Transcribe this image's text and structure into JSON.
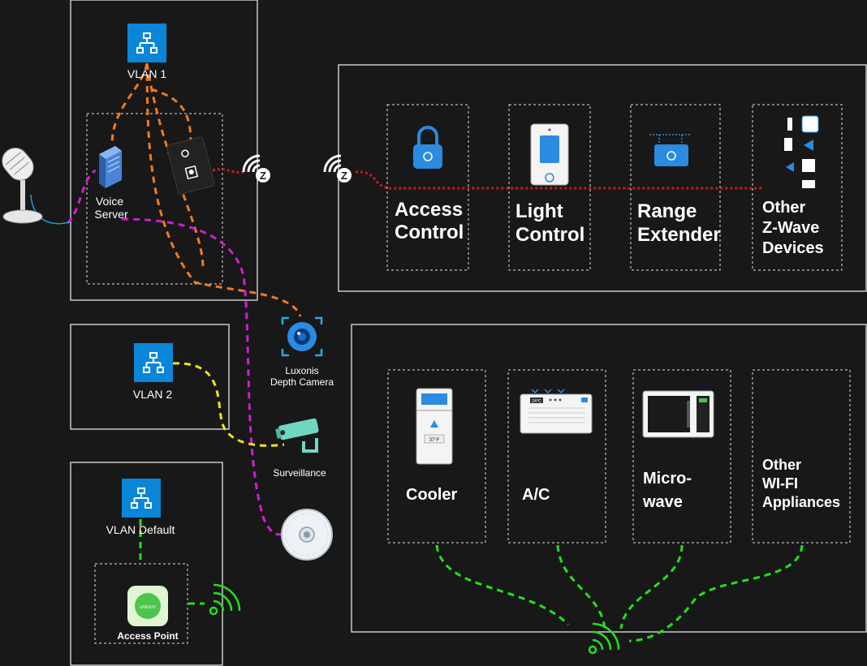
{
  "vlans": {
    "vlan1": "VLAN 1",
    "vlan2": "VLAN 2",
    "vlan_default": "VLAN Default"
  },
  "devices": {
    "voice_server": [
      "Voice",
      "Server"
    ],
    "depth_camera": [
      "Luxonis",
      "Depth Camera"
    ],
    "surveillance": "Surveillance",
    "access_point": "Access Point",
    "ap_brand": "unicorn"
  },
  "zwave_devices": [
    {
      "lines": [
        "Access",
        "Control"
      ]
    },
    {
      "lines": [
        "Light",
        "Control"
      ]
    },
    {
      "lines": [
        "Range",
        "Extender"
      ]
    },
    {
      "lines": [
        "Other",
        "Z-Wave",
        "Devices"
      ]
    }
  ],
  "wifi_devices": [
    {
      "lines": [
        "Cooler"
      ]
    },
    {
      "lines": [
        "A/C"
      ]
    },
    {
      "lines": [
        "Micro-",
        "wave"
      ]
    },
    {
      "lines": [
        "Other",
        "WI-FI",
        "Appliances"
      ]
    }
  ],
  "appliance_readouts": {
    "cooler_temp": "37°F",
    "ac_temp": "24°C"
  },
  "colors": {
    "vlan1_link": "#f07a1e",
    "voice_link": "#d01ed0",
    "vlan2_link": "#f2e40f",
    "wifi_link": "#22e01e",
    "zwave_link": "#c81a1a",
    "switch_blue": "#0a86d8"
  },
  "icons": {
    "switch": "network-switch-icon",
    "zwave": "zwave-signal-icon",
    "wifi": "wifi-signal-icon",
    "microphone": "microphone-icon",
    "server": "server-icon",
    "hub": "zwave-hub-icon",
    "camera": "depth-camera-icon",
    "cctv": "surveillance-camera-icon",
    "sensor": "ceiling-sensor-icon"
  }
}
